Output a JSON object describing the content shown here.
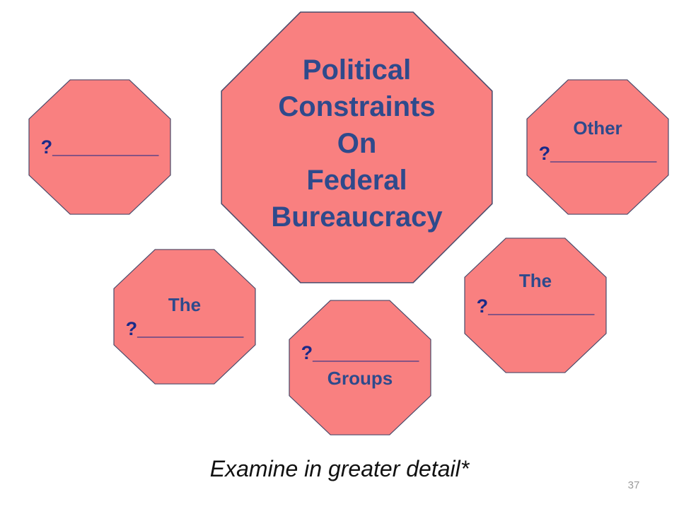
{
  "center": {
    "lines": [
      "Political",
      "Constraints",
      "On",
      "Federal",
      "Bureaucracy"
    ]
  },
  "octagons": {
    "top_left": {
      "blank": "?__________"
    },
    "top_right": {
      "label": "Other",
      "blank": "?__________"
    },
    "bottom_left": {
      "label": "The",
      "blank": "?__________"
    },
    "bottom_center": {
      "blank": "?__________",
      "label": "Groups"
    },
    "bottom_right": {
      "label": "The",
      "blank": "?__________"
    }
  },
  "footer": {
    "note": "Examine in greater detail*"
  },
  "page_number": "37",
  "colors": {
    "fill": "#F98080",
    "stroke": "#4A4A6A",
    "text": "#2E4A8C"
  }
}
